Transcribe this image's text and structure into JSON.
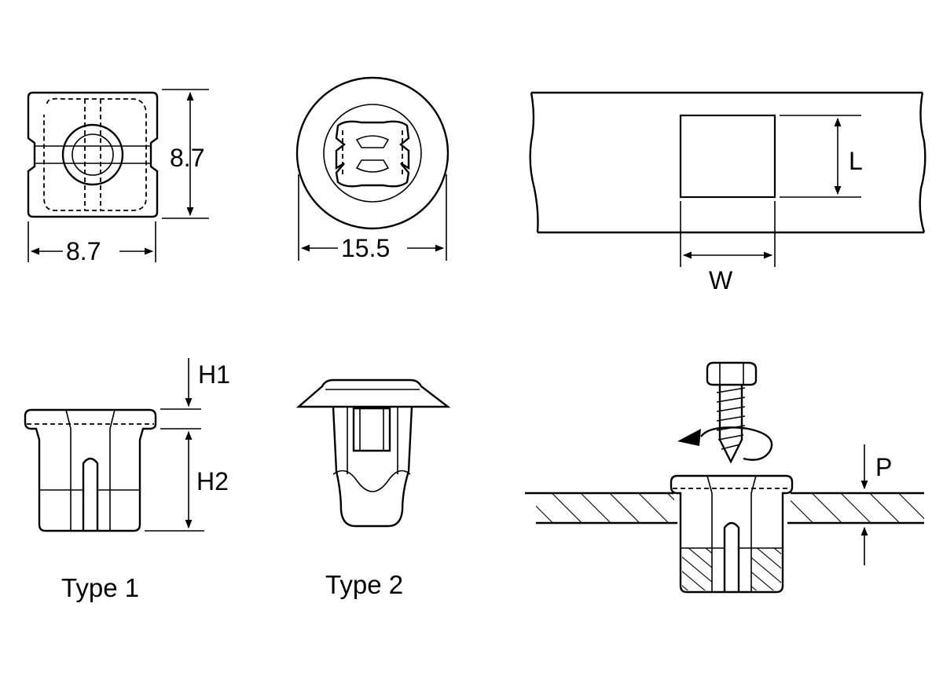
{
  "top_square_view": {
    "height_label": "8.7",
    "width_label": "8.7"
  },
  "top_round_view": {
    "diameter_label": "15.5"
  },
  "panel_hole": {
    "length_label": "L",
    "width_label": "W"
  },
  "type1": {
    "h1_label": "H1",
    "h2_label": "H2",
    "caption": "Type 1"
  },
  "type2": {
    "caption": "Type 2"
  },
  "install": {
    "thickness_label": "P"
  }
}
